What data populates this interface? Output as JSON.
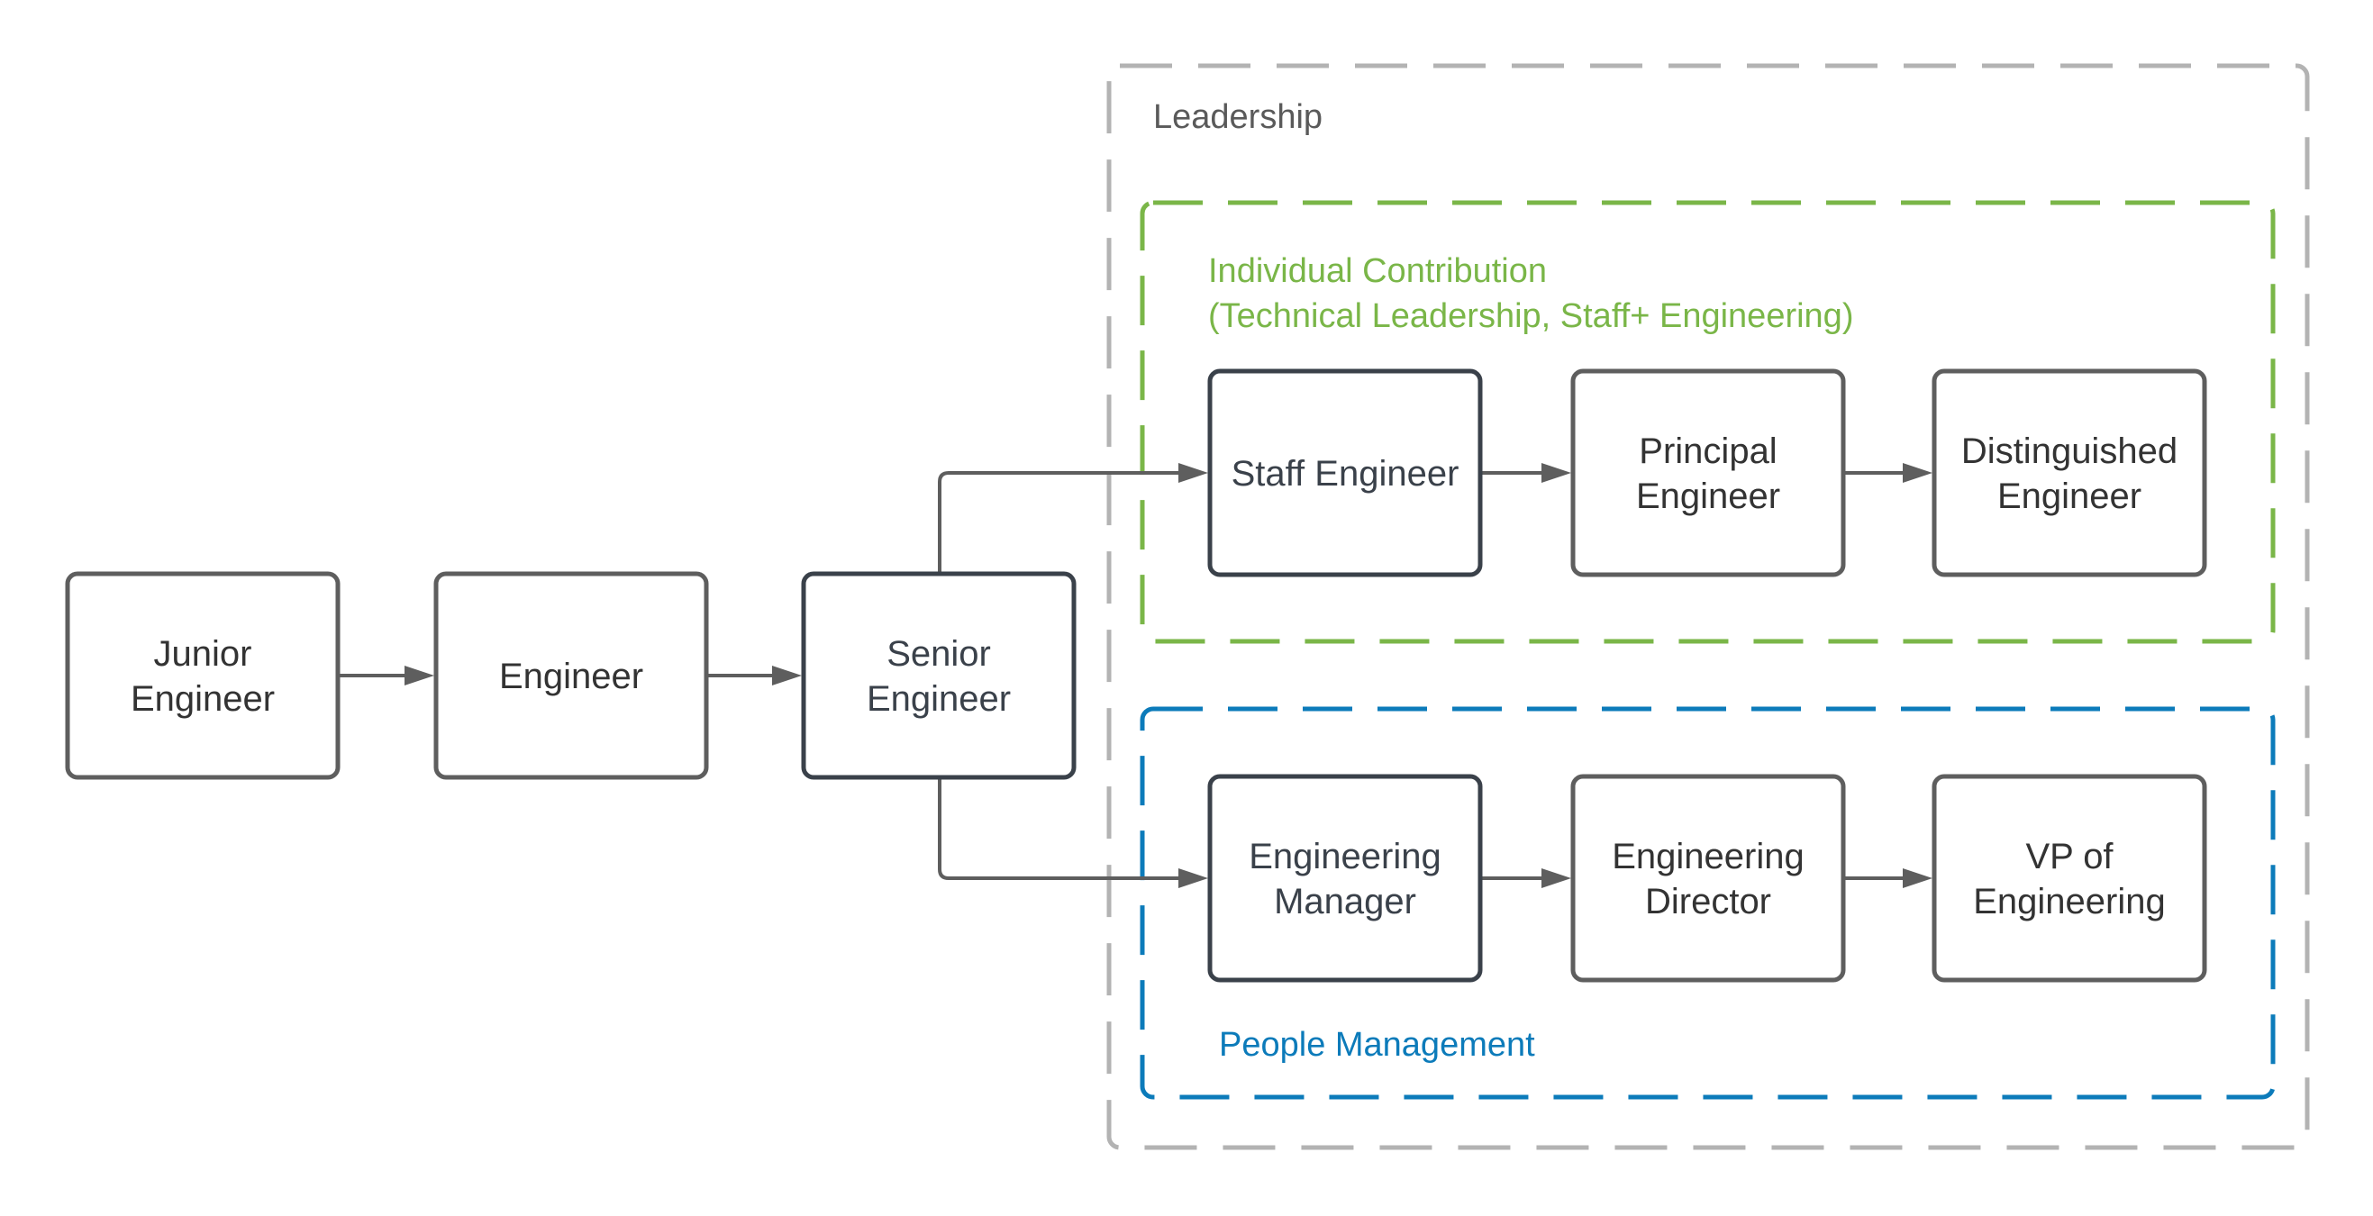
{
  "diagram": {
    "type": "career-ladder-flowchart",
    "colors": {
      "node_stroke_default": "#5e5e5e",
      "node_stroke_emphasis": "#3a414a",
      "node_text_default": "#333333",
      "node_text_emphasis": "#3a414a",
      "edge": "#5e5e5e",
      "leadership": "#b3b3b3",
      "leadership_text": "#5a5a5a",
      "individual_contribution": "#7ab648",
      "people_management": "#0c7bba"
    },
    "groups": [
      {
        "id": "leadership",
        "label_lines": [
          "Leadership"
        ],
        "color_key": "leadership",
        "text_color_key": "leadership_text"
      },
      {
        "id": "individual-contribution",
        "label_lines": [
          "Individual Contribution",
          "(Technical Leadership, Staff+ Engineering)"
        ],
        "color_key": "individual_contribution",
        "text_color_key": "individual_contribution"
      },
      {
        "id": "people-management",
        "label_lines": [
          "People Management"
        ],
        "color_key": "people_management",
        "text_color_key": "people_management"
      }
    ],
    "nodes": [
      {
        "id": "junior-engineer",
        "lines": [
          "Junior",
          "Engineer"
        ],
        "emphasis": false
      },
      {
        "id": "engineer",
        "lines": [
          "Engineer"
        ],
        "emphasis": false
      },
      {
        "id": "senior-engineer",
        "lines": [
          "Senior",
          "Engineer"
        ],
        "emphasis": true
      },
      {
        "id": "staff-engineer",
        "lines": [
          "Staff Engineer"
        ],
        "emphasis": true
      },
      {
        "id": "principal-engineer",
        "lines": [
          "Principal",
          "Engineer"
        ],
        "emphasis": false
      },
      {
        "id": "distinguished-engineer",
        "lines": [
          "Distinguished",
          "Engineer"
        ],
        "emphasis": false
      },
      {
        "id": "engineering-manager",
        "lines": [
          "Engineering",
          "Manager"
        ],
        "emphasis": true
      },
      {
        "id": "engineering-director",
        "lines": [
          "Engineering",
          "Director"
        ],
        "emphasis": false
      },
      {
        "id": "vp-of-engineering",
        "lines": [
          "VP of",
          "Engineering"
        ],
        "emphasis": false
      }
    ],
    "edges": [
      {
        "from": "junior-engineer",
        "to": "engineer"
      },
      {
        "from": "engineer",
        "to": "senior-engineer"
      },
      {
        "from": "senior-engineer",
        "to": "staff-engineer"
      },
      {
        "from": "senior-engineer",
        "to": "engineering-manager"
      },
      {
        "from": "staff-engineer",
        "to": "principal-engineer"
      },
      {
        "from": "principal-engineer",
        "to": "distinguished-engineer"
      },
      {
        "from": "engineering-manager",
        "to": "engineering-director"
      },
      {
        "from": "engineering-director",
        "to": "vp-of-engineering"
      }
    ]
  }
}
